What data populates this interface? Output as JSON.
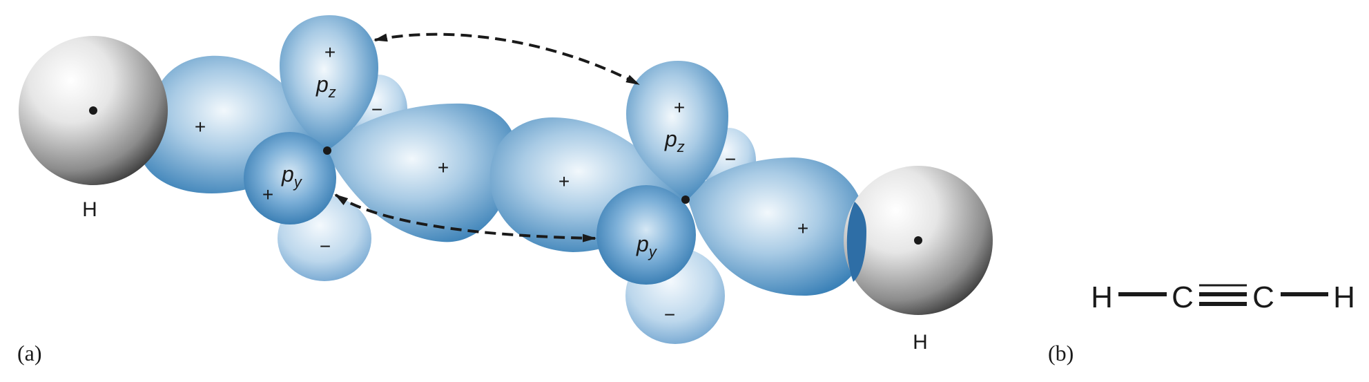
{
  "panel_a": {
    "label": "(a)",
    "atoms": {
      "left_h": "H",
      "right_h": "H"
    },
    "orbital_labels": {
      "left_pz": {
        "main": "p",
        "sub": "z"
      },
      "left_py": {
        "main": "p",
        "sub": "y"
      },
      "right_pz": {
        "main": "p",
        "sub": "z"
      },
      "right_py": {
        "main": "p",
        "sub": "y"
      }
    },
    "signs": {
      "left_h_sigma": "+",
      "left_pz_top": "+",
      "left_pz_bottom": "−",
      "left_py_front": "+",
      "left_py_back": "−",
      "cc_sigma_left": "+",
      "cc_sigma_right": "+",
      "right_pz_top": "+",
      "right_pz_bottom": "−",
      "right_py_back": "−",
      "right_h_sigma": "+"
    }
  },
  "panel_b": {
    "label": "(b)",
    "formula": {
      "h_left": "H",
      "c_left": "C",
      "c_right": "C",
      "h_right": "H"
    }
  },
  "colors": {
    "orbital_light": "#e4eff8",
    "orbital_dark": "#3c82b8",
    "overlap": "#2e6ea6",
    "sphere_light": "#ffffff",
    "sphere_dark": "#262626",
    "ink": "#1a1a1a"
  }
}
